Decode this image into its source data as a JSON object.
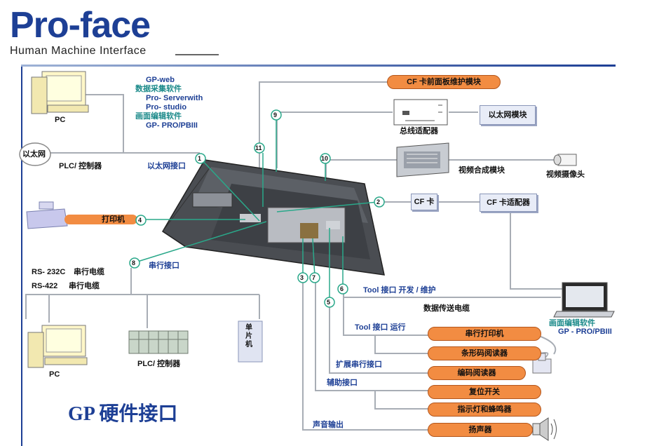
{
  "logo": {
    "brand": "Pro-face",
    "tagline": "Human Machine Interface"
  },
  "title": "GP 硬件接口",
  "software": {
    "gpweb": "GP-web",
    "data_collect": "数据采集软件",
    "pro_server": "Pro- Serverwith",
    "pro_studio": "Pro- studio",
    "screen_edit": "画面编辑软件",
    "gp_pro": "GP- PRO/PBIII"
  },
  "left": {
    "pc_top": "PC",
    "ethernet": "以太网",
    "plc": "PLC/ 控制器",
    "ethernet_port": "以太网接口",
    "printer": "打印机",
    "rs232": "RS- 232C",
    "rs232_cable": "串行电缆",
    "rs422": "RS-422",
    "rs422_cable": "串行电缆",
    "serial_port": "串行接口",
    "pc_bottom": "PC",
    "plc_bottom": "PLC/ 控制器",
    "single_chip": "单片机"
  },
  "right": {
    "cf_front": "CF 卡前面板维护模块",
    "bus_adapter": "总线适配器",
    "ethernet_module": "以太网模块",
    "video_module": "视频合成模块",
    "camera": "视频摄像头",
    "cf_card": "CF 卡",
    "cf_adapter": "CF 卡适配器",
    "tool_dev": "Tool 接口 开发 / 维护",
    "data_cable": "数据传送电缆",
    "screen_edit": "画面编辑软件",
    "gp_pro": "GP - PRO/PBIII",
    "tool_run": "Tool 接口 运行",
    "ext_serial": "扩展串行接口",
    "aux_port": "辅助接口",
    "audio_out": "声音输出"
  },
  "devices": [
    "串行打印机",
    "条形码阅读器",
    "编码阅读器",
    "复位开关",
    "指示灯和蜂鸣器",
    "扬声器"
  ],
  "ports": [
    "1",
    "2",
    "3",
    "4",
    "5",
    "6",
    "7",
    "8",
    "9",
    "10",
    "11"
  ],
  "colors": {
    "brand_blue": "#1d3f95",
    "teal": "#1b8a8a",
    "orange": "#f28c42",
    "line_grey": "#9aa0a8",
    "link_teal": "#2aa88a"
  }
}
